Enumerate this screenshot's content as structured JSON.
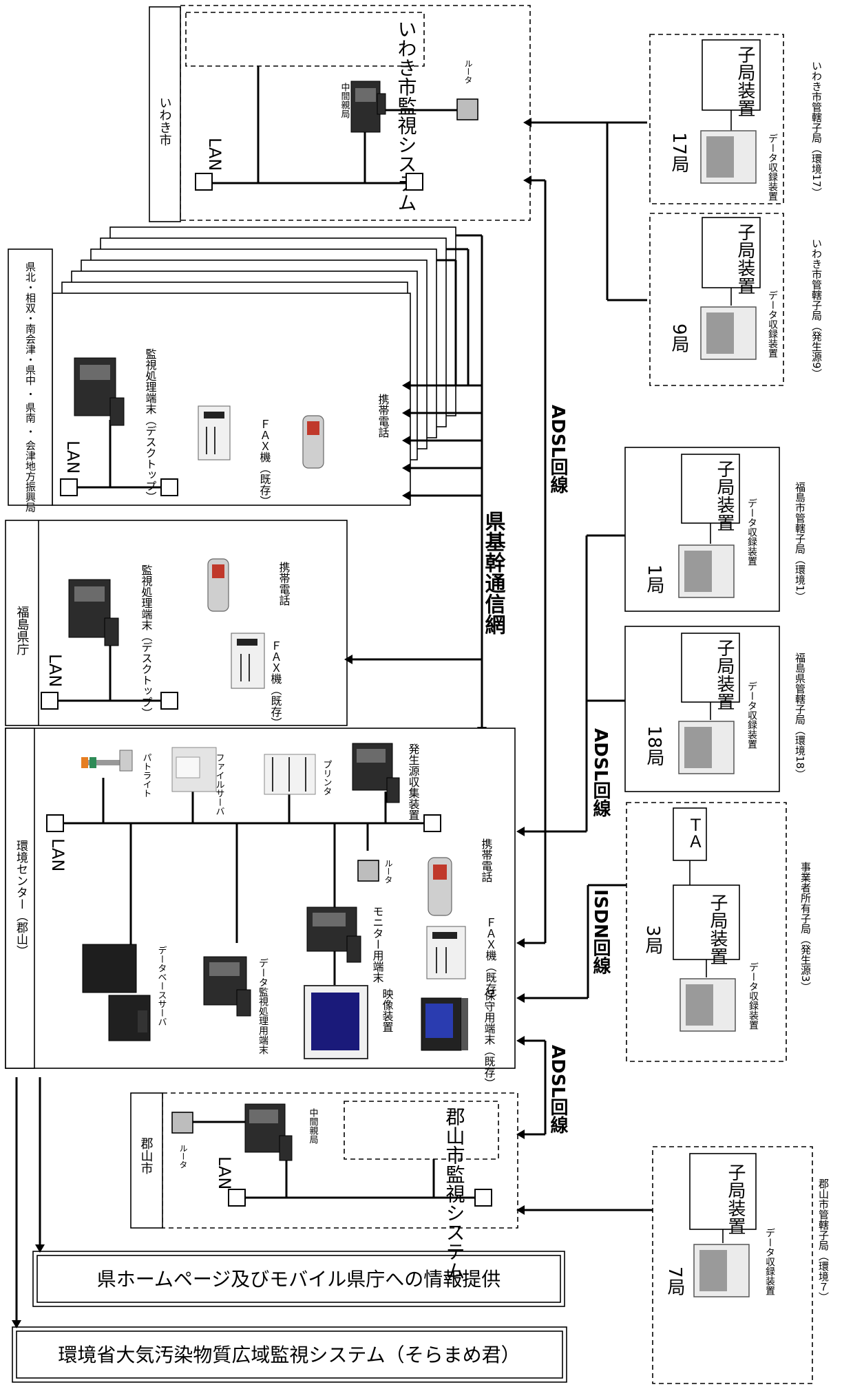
{
  "bottom_boxes": {
    "soramame": "環境省大気汚染物質広域監視システム（そらまめ君）",
    "homepage": "県ホームページ及びモバイル県庁への情報提供"
  },
  "network_labels": {
    "backbone": "県基幹通信網",
    "adsl_top": "ADSL回線",
    "adsl_mid": "ADSL回線",
    "adsl_bottom": "ADSL回線",
    "isdn": "ISDN回線"
  },
  "iwaki": {
    "title": "いわき市",
    "system": "いわき市監視システム",
    "router": "ルータ",
    "parent": "中間親局",
    "lan": "LAN"
  },
  "branch_offices": {
    "title": "県北・相双・南会津・県中 ・ 県南 ・ 会津地方振興局",
    "terminal": "監視処理端末（デスクトップ）",
    "fax": "ＦＡＸ機（既存）",
    "phone": "携帯電話",
    "lan": "LAN"
  },
  "fukushima_pref": {
    "title": "福島県庁",
    "terminal": "監視処理端末（デスクトップ）",
    "fax": "ＦＡＸ機（既存）",
    "phone": "携帯電話",
    "lan": "LAN"
  },
  "center": {
    "title": "環境センター（郡山）",
    "lan": "LAN",
    "patlite": "パトライト",
    "file_server": "ファイルサーバ",
    "printer": "プリンタ",
    "collector": "発生源収集装置",
    "router": "ルータ",
    "phone": "携帯電話",
    "monitor_terminal": "モニター用端末",
    "fax": "ＦＡＸ機（既存）",
    "db_server": "データベースサーバ",
    "data_terminal": "データ監視処理用端末",
    "video": "映像装置",
    "maintenance": "保守用端末（既存）"
  },
  "koriyama": {
    "title": "郡山市",
    "router": "ルータ",
    "parent": "中間親局",
    "system": "郡山市監視システム",
    "lan": "LAN"
  },
  "stations": [
    {
      "id": "17局",
      "unit": "子局装置",
      "collector": "データ収録装置",
      "desc": "いわき市管轄子局（環境17）"
    },
    {
      "id": "9局",
      "unit": "子局装置",
      "collector": "データ収録装置",
      "desc": "いわき市管轄子局（発生源9）"
    },
    {
      "id": "1局",
      "unit": "子局装置",
      "collector": "データ収録装置",
      "desc": "福島市管轄子局（環境1）"
    },
    {
      "id": "18局",
      "unit": "子局装置",
      "collector": "データ収録装置",
      "desc": "福島県管轄子局（環境18）"
    },
    {
      "id": "3局",
      "unit": "子局装置",
      "ta": "ＴＡ",
      "collector": "データ収録装置",
      "desc": "事業者所有子局（発生源3）"
    },
    {
      "id": "7局",
      "unit": "子局装置",
      "collector": "データ収録装置",
      "desc": "郡山市管轄子局（環境７）"
    }
  ]
}
